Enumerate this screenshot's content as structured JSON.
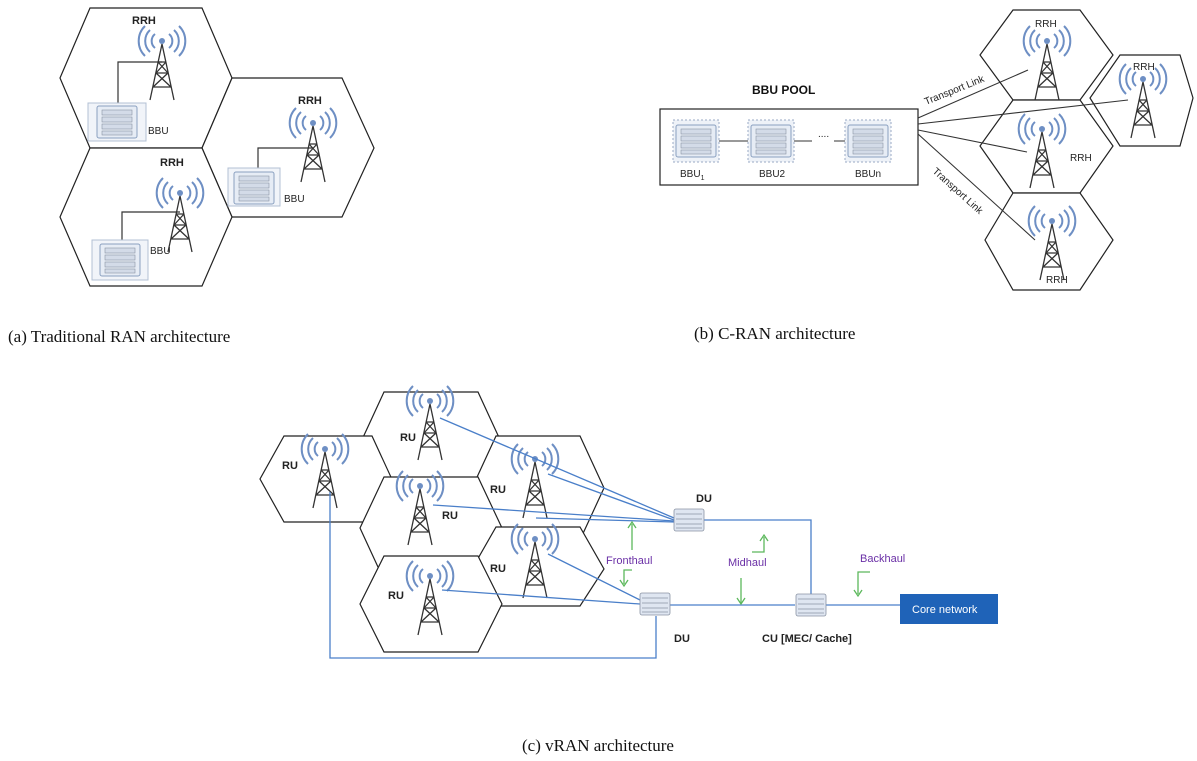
{
  "panel_a": {
    "caption": "(a) Traditional RAN architecture",
    "rrh_label": "RRH",
    "bbu_label": "BBU"
  },
  "panel_b": {
    "caption": "(b) C-RAN architecture",
    "pool_title": "BBU POOL",
    "bbu1": "BBU",
    "bbu1_sub": "1",
    "bbu2": "BBU2",
    "bbun": "BBUn",
    "ellipsis": "....",
    "transport_link": "Transport Link",
    "rrh_label": "RRH"
  },
  "panel_c": {
    "caption": "(c) vRAN architecture",
    "ru_label": "RU",
    "du_label": "DU",
    "cu_label": "CU [MEC/ Cache]",
    "fronthaul": "Fronthaul",
    "midhaul": "Midhaul",
    "backhaul": "Backhaul",
    "core_network": "Core network"
  },
  "colors": {
    "link_blue": "#4a7fc9",
    "arrow_green": "#5cb85c",
    "purple_text": "#6a2fa6",
    "core_box": "#1f63b8",
    "antenna_waves": "#6e8fc4"
  }
}
